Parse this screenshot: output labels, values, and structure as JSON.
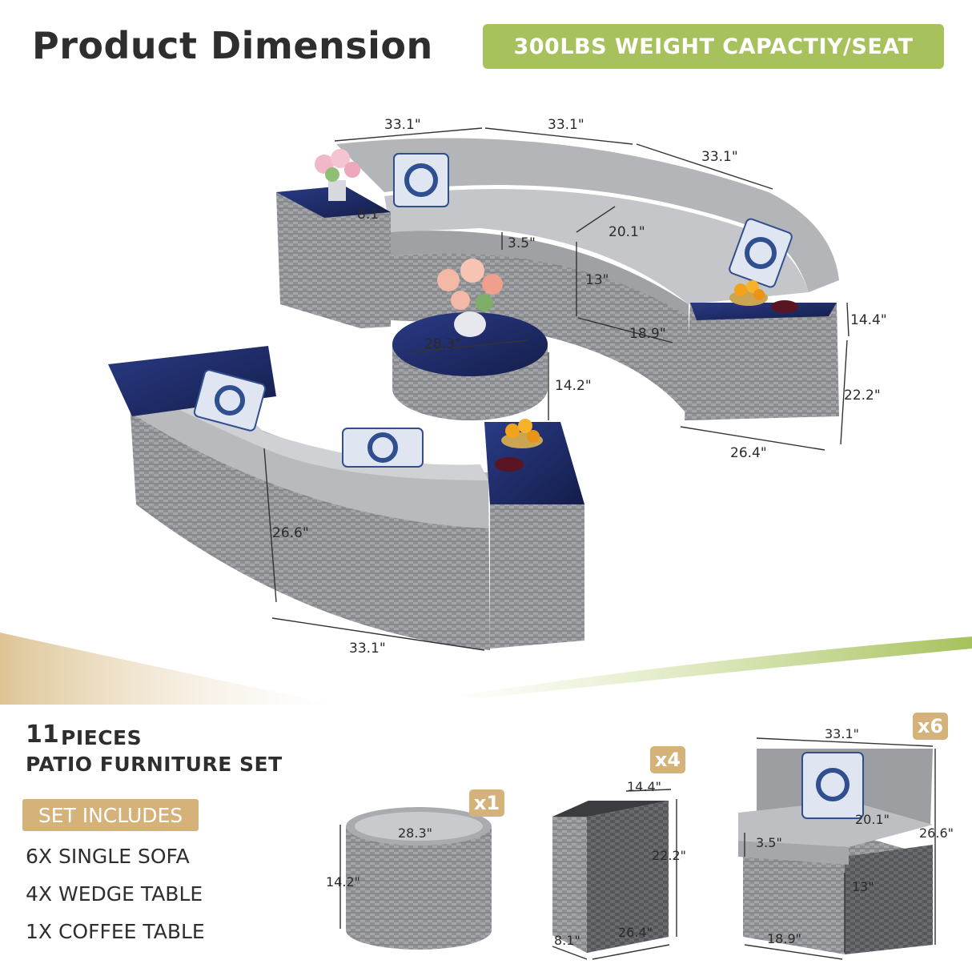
{
  "header": {
    "title": "Product Dimension",
    "capacity_badge": "300LBS WEIGHT CAPACTIY/SEAT"
  },
  "top_dimensions": {
    "sofa_width_a": "33.1\"",
    "sofa_width_b": "33.1\"",
    "sofa_width_c": "33.1\"",
    "wedge_depth": "8.1\"",
    "seat_thickness": "3.5\"",
    "seat_depth": "20.1\"",
    "seat_height": "13\"",
    "base_depth": "18.9\"",
    "wedge_width": "14.4\"",
    "wedge_height": "22.2\"",
    "wedge_length": "26.4\"",
    "coffee_diameter": "28.3\"",
    "coffee_height": "14.2\"",
    "sofa_height": "26.6\"",
    "front_sofa_width": "33.1\""
  },
  "set": {
    "count": "11",
    "count_word": "PIECES",
    "title": "PATIO FURNITURE SET",
    "includes_label": "SET INCLUDES",
    "items": [
      "6X SINGLE SOFA",
      "4X WEDGE TABLE",
      "1X COFFEE TABLE"
    ]
  },
  "pieces": {
    "coffee": {
      "qty": "x1",
      "diameter": "28.3\"",
      "height": "14.2\""
    },
    "wedge": {
      "qty": "x4",
      "width": "14.4\"",
      "height": "22.2\"",
      "depth": "8.1\"",
      "length": "26.4\""
    },
    "sofa": {
      "qty": "x6",
      "width": "33.1\"",
      "seat_depth": "20.1\"",
      "cushion": "3.5\"",
      "height": "26.6\"",
      "seat_height": "13\"",
      "base": "18.9\""
    }
  },
  "colors": {
    "accent_green": "#a7c15c",
    "accent_gold": "#d4b27a",
    "wicker": "#8d8f92",
    "cushion": "#b9bbbe",
    "glass": "#1d2c6b"
  }
}
